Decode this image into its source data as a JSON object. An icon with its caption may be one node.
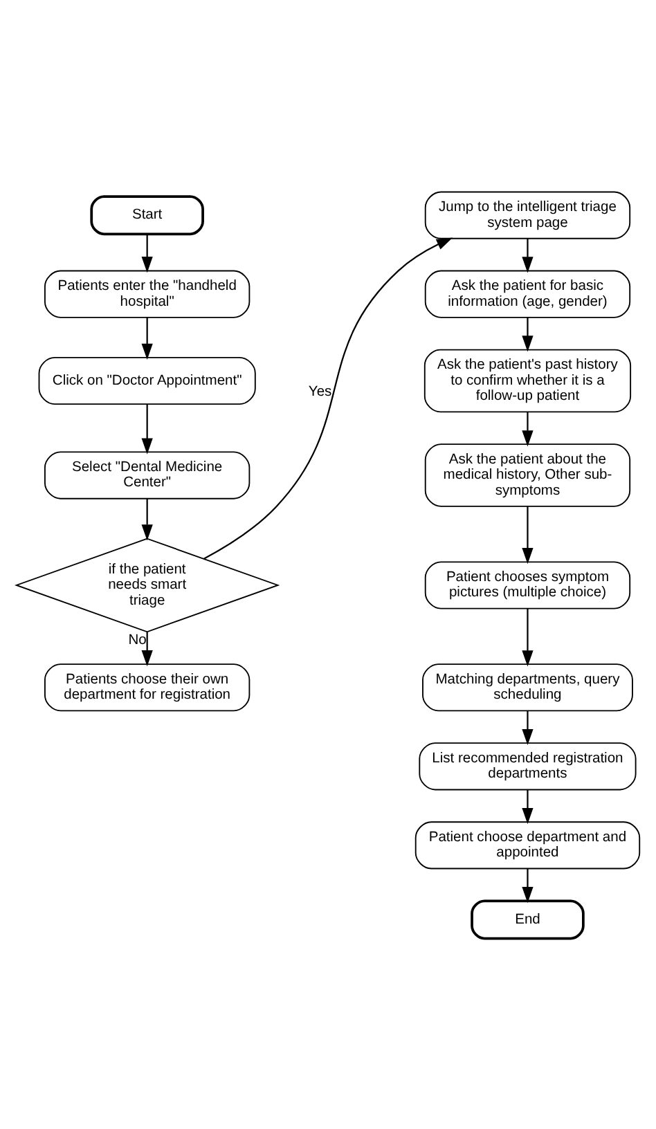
{
  "diagram": {
    "nodes": [
      {
        "text": [
          "Start"
        ]
      },
      {
        "text": [
          "Patients enter the \"handheld hospital\""
        ]
      },
      {
        "text": [
          "Click on \"Doctor Appointment\""
        ]
      },
      {
        "text": [
          "Select \"Dental Medicine Center\""
        ]
      },
      {
        "text": [
          "if the patient needs smart triage"
        ]
      },
      {
        "text": [
          "Patients choose their own department for registration"
        ]
      },
      {
        "text": [
          "Jump to the intelligent triage system page"
        ]
      },
      {
        "text": [
          "Ask the patient for basic information (age, gender)"
        ]
      },
      {
        "text": [
          "Ask the patient's past history to confirm whether it is a follow-up patient"
        ]
      },
      {
        "text": [
          "Ask the patient about the medical history, Other sub-symptoms"
        ]
      },
      {
        "text": [
          "Patient chooses symptom pictures (multiple choice)"
        ]
      },
      {
        "text": [
          "Matching departments, query scheduling"
        ]
      },
      {
        "text": [
          "List recommended registration departments"
        ]
      },
      {
        "text": [
          "Patient choose department and appointed"
        ]
      },
      {
        "text": [
          "End"
        ]
      }
    ],
    "edges": [
      {
        "from": 0,
        "to": 1,
        "arrow": "to"
      },
      {
        "from": 1,
        "to": 2,
        "arrow": "to"
      },
      {
        "from": 2,
        "to": 3,
        "arrow": "to"
      },
      {
        "from": 3,
        "to": 4,
        "arrow": "to"
      },
      {
        "from": 4,
        "to": 5,
        "arrow": "to",
        "label": "No"
      },
      {
        "from": 4,
        "to": 6,
        "arrow": "to",
        "label": "Yes"
      },
      {
        "from": 6,
        "to": 7,
        "arrow": "to"
      },
      {
        "from": 7,
        "to": 8,
        "arrow": "to"
      },
      {
        "from": 8,
        "to": 9,
        "arrow": "to"
      },
      {
        "from": 9,
        "to": 10,
        "arrow": "to"
      },
      {
        "from": 10,
        "to": 11,
        "arrow": "to"
      },
      {
        "from": 11,
        "to": 12,
        "arrow": "to"
      },
      {
        "from": 12,
        "to": 13,
        "arrow": "to"
      },
      {
        "from": 13,
        "to": 14,
        "arrow": "to"
      }
    ]
  }
}
